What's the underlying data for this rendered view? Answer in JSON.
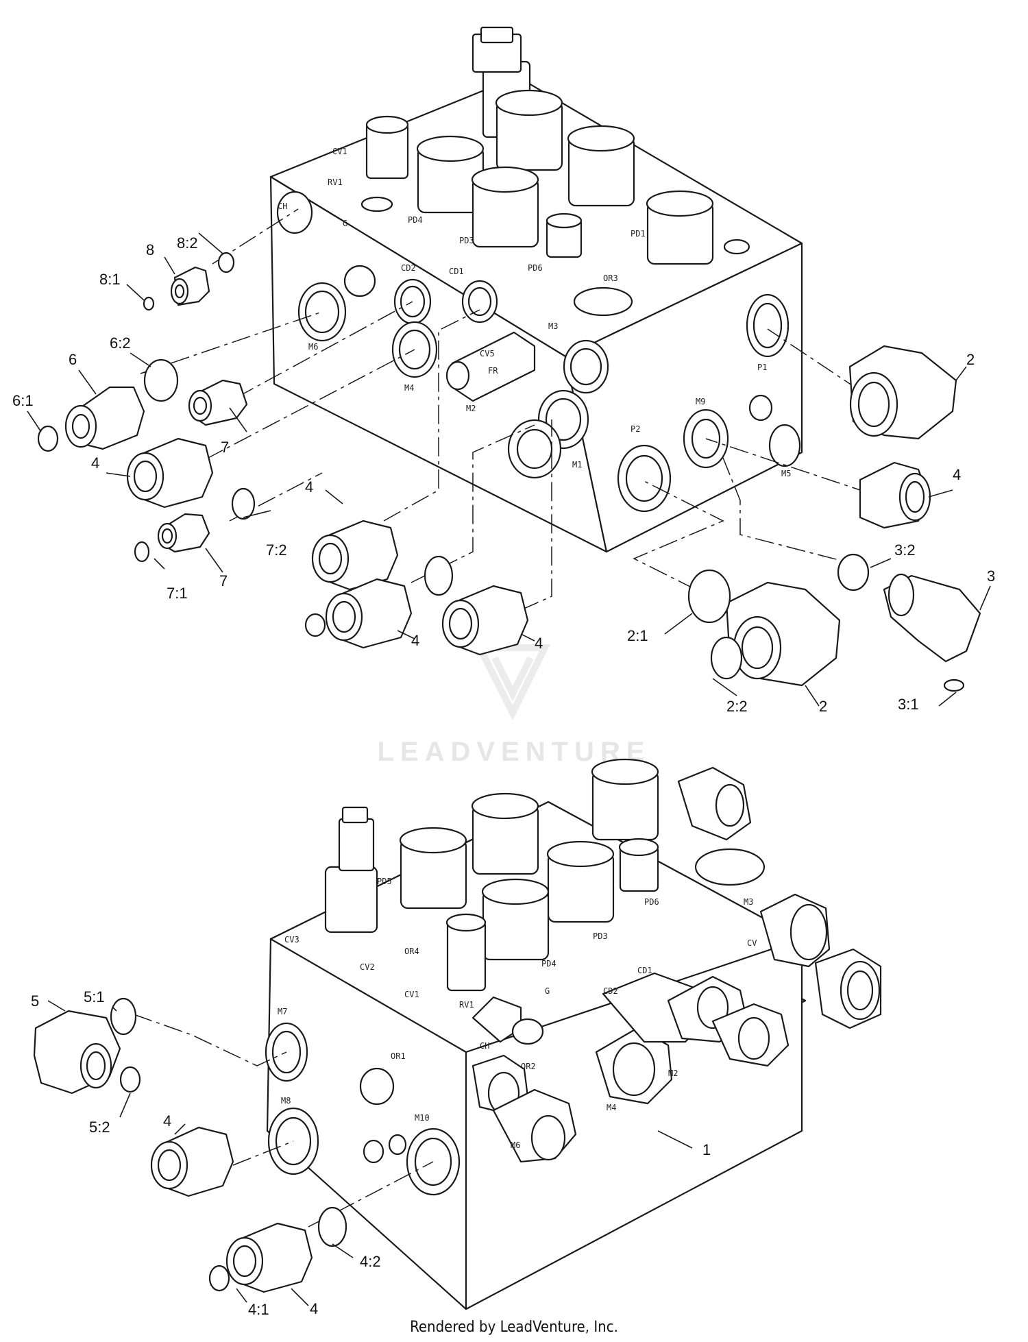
{
  "watermark": {
    "brand": "LEADVENTURE"
  },
  "footer": {
    "text": "Rendered by LeadVenture, Inc."
  },
  "callouts": {
    "c1": "1",
    "c2a": "2",
    "c2b": "2",
    "c2_1": "2:1",
    "c2_2": "2:2",
    "c3": "3",
    "c3_1": "3:1",
    "c3_2": "3:2",
    "c4a": "4",
    "c4b": "4",
    "c4c": "4",
    "c4d": "4",
    "c4e": "4",
    "c4f": "4",
    "c4g": "4",
    "c4_1": "4:1",
    "c4_2": "4:2",
    "c5": "5",
    "c5_1": "5:1",
    "c5_2": "5:2",
    "c6": "6",
    "c6_1": "6:1",
    "c6_2": "6:2",
    "c7a": "7",
    "c7b": "7",
    "c7_1": "7:1",
    "c7_2": "7:2",
    "c8": "8",
    "c8_1": "8:1",
    "c8_2": "8:2"
  },
  "ports": {
    "ch": "CH",
    "g": "G",
    "cd2": "CD2",
    "cd1": "CD1",
    "m6": "M6",
    "m4": "M4",
    "m2": "M2",
    "cv5": "CV5",
    "fr": "FR",
    "m1": "M1",
    "m3": "M3",
    "p1": "P1",
    "m9": "M9",
    "p2": "P2",
    "m5": "M5",
    "pd4": "PD4",
    "pd3": "PD3",
    "pd1": "PD1",
    "pd6": "PD6",
    "or3": "OR3",
    "rv1": "RV1",
    "cv1": "CV1",
    "b_m7": "M7",
    "b_m8": "M8",
    "b_m10": "M10",
    "b_or1": "OR1",
    "b_cv3": "CV3",
    "b_cv2": "CV2",
    "b_or4": "OR4",
    "b_cv1": "CV1",
    "b_rv1": "RV1",
    "b_pd4": "PD4",
    "b_pd3": "PD3",
    "b_pd5": "PD5",
    "b_pd6": "PD6",
    "b_m3": "M3",
    "b_cd1": "CD1",
    "b_cd2": "CD2",
    "b_g": "G",
    "b_ch": "CH",
    "b_or2": "OR2",
    "b_m6": "M6",
    "b_m4": "M4",
    "b_m2": "M2",
    "b_cv": "CV"
  }
}
